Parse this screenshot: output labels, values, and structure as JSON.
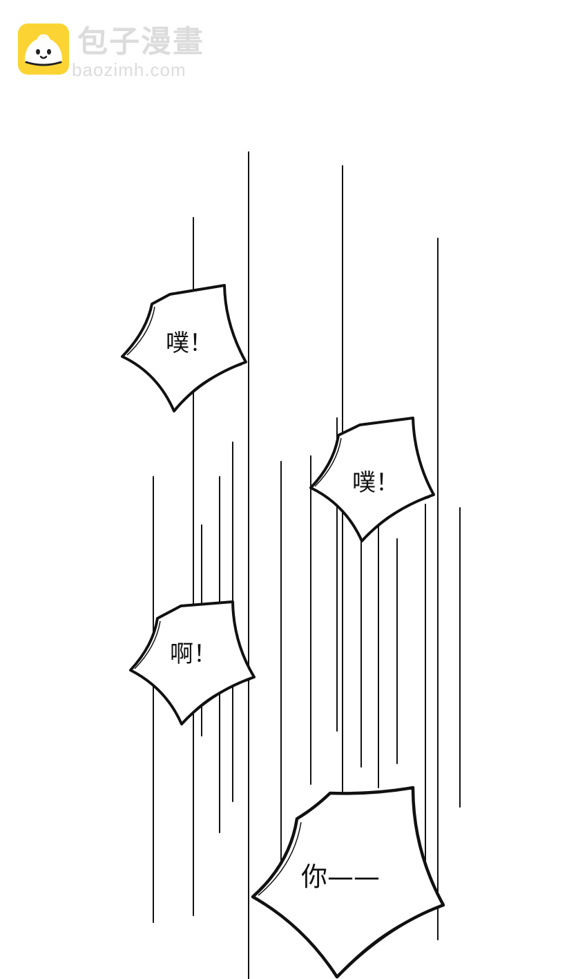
{
  "watermark": {
    "logo_icon": "steamed-bun-icon",
    "title": "包子漫畫",
    "url": "baozimh.com",
    "logo_color": "#fbd433"
  },
  "comic": {
    "bubbles": [
      {
        "text": "噗！"
      },
      {
        "text": "噗！"
      },
      {
        "text": "啊！"
      },
      {
        "text": "你——"
      }
    ]
  }
}
